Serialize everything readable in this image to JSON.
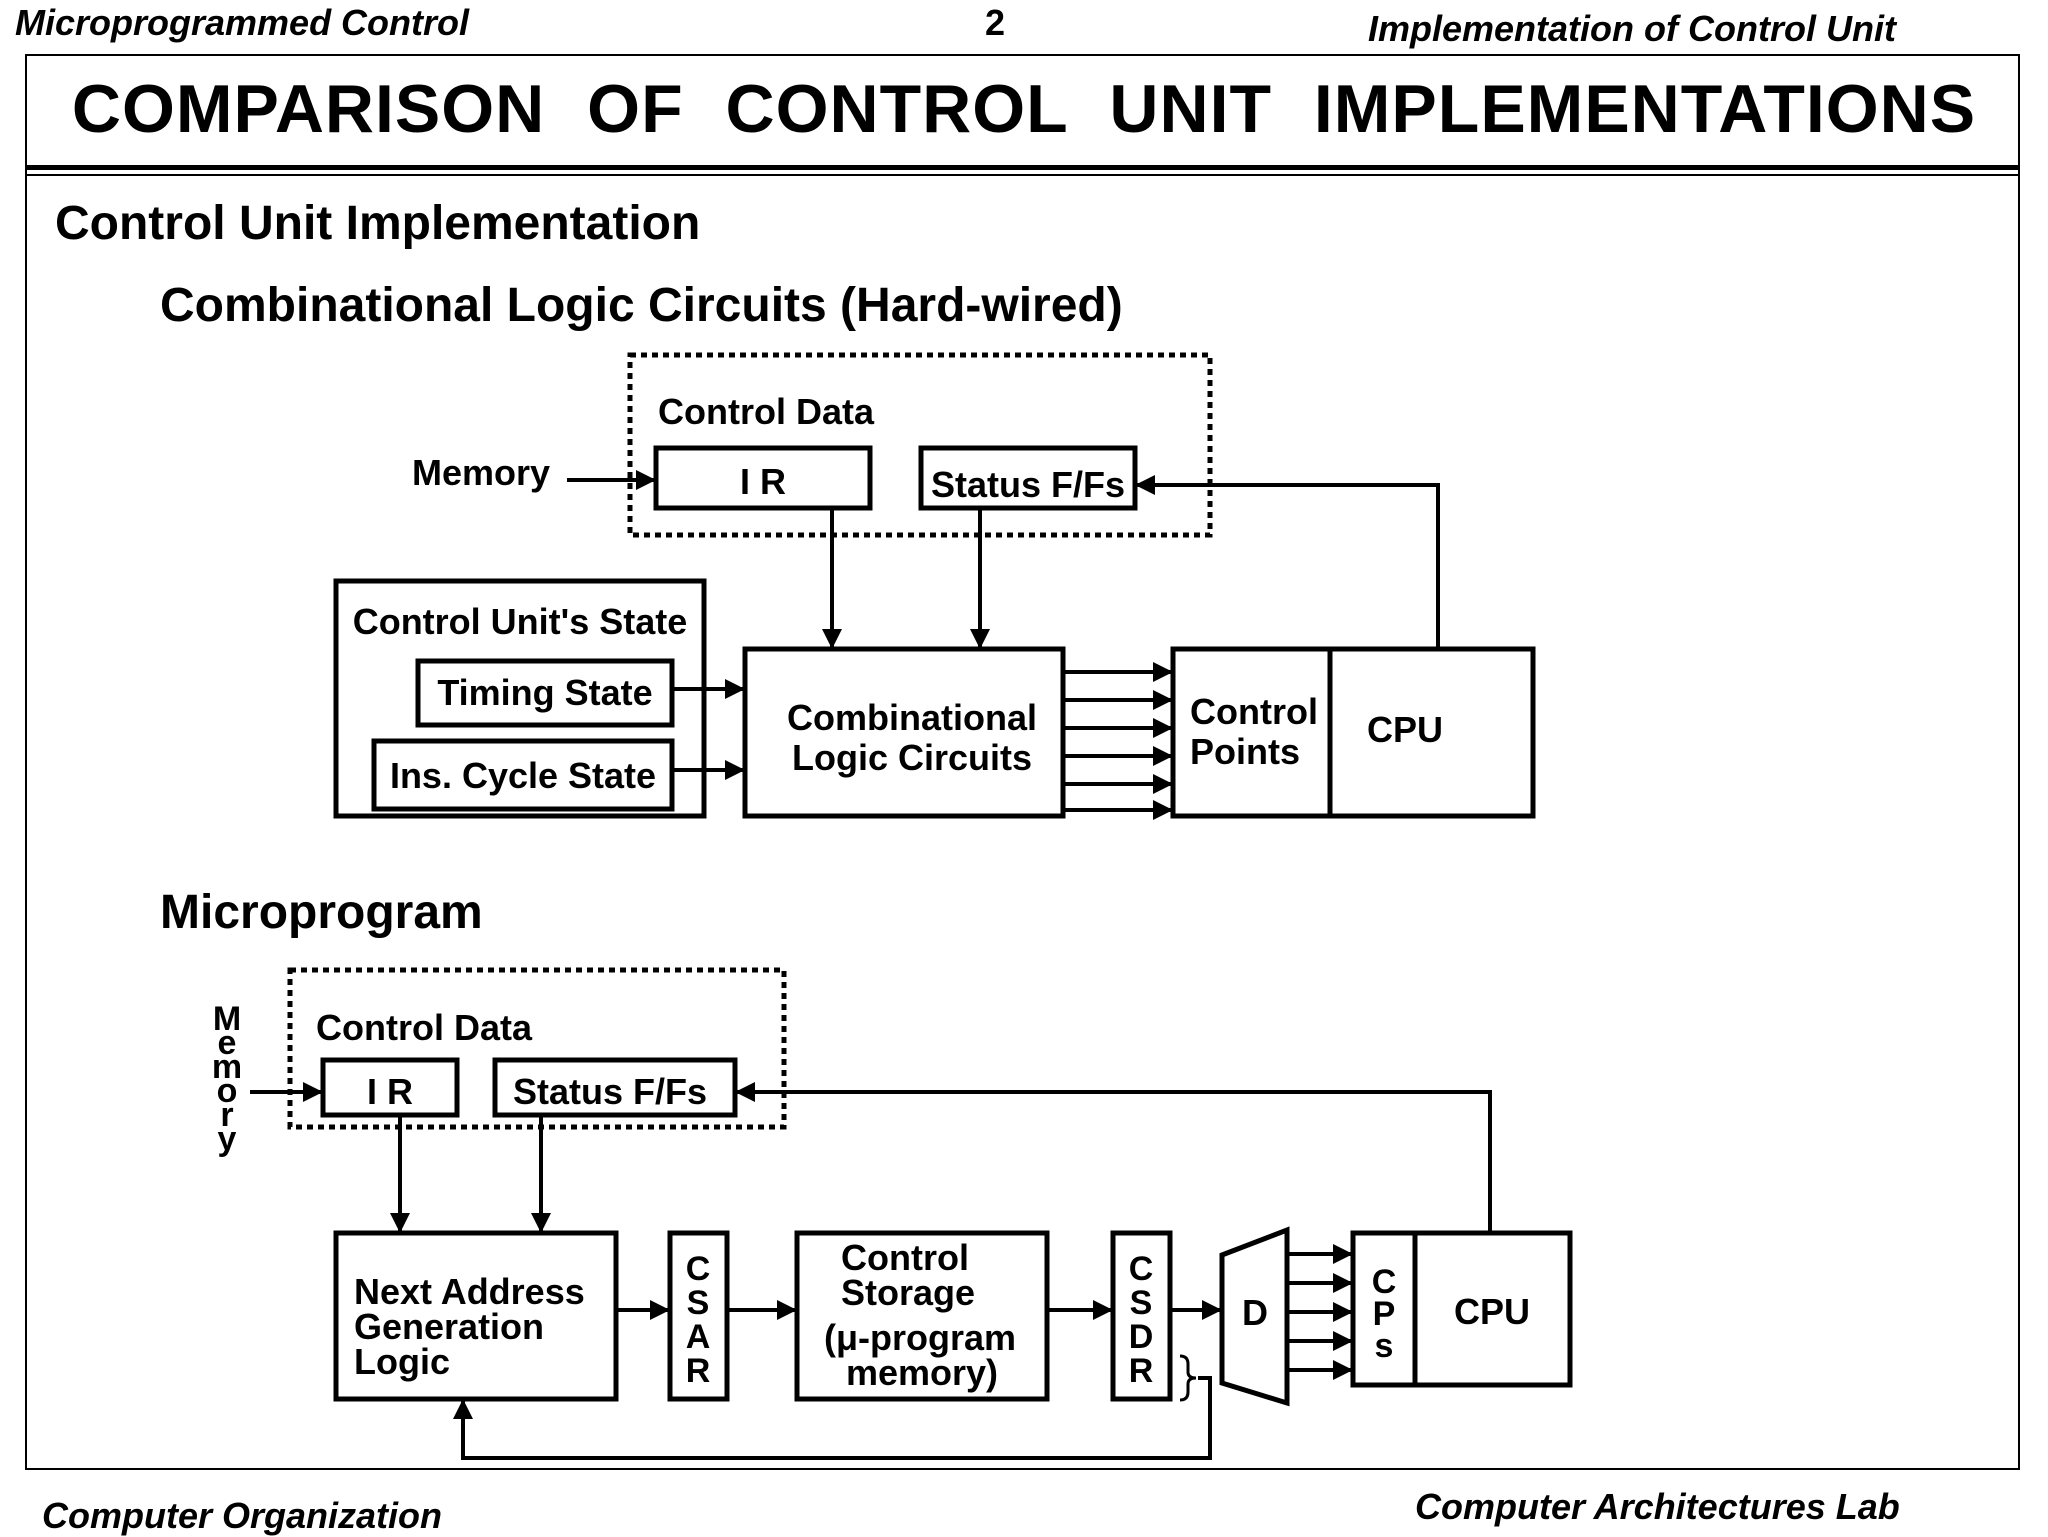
{
  "header": {
    "left": "Microprogrammed Control",
    "center": "2",
    "right": "Implementation of Control Unit"
  },
  "title": "COMPARISON  OF  CONTROL  UNIT  IMPLEMENTATIONS",
  "section_heading": "Control Unit Implementation",
  "hardwired": {
    "heading": "Combinational Logic Circuits (Hard-wired)",
    "control_data": "Control Data",
    "memory": "Memory",
    "ir": "I R",
    "status_ffs": "Status F/Fs",
    "cu_state": "Control Unit's State",
    "timing_state": "Timing State",
    "ins_cycle_state": "Ins. Cycle State",
    "comb_line1": "Combinational",
    "comb_line2": "Logic Circuits",
    "control_points_line1": "Control",
    "control_points_line2": "Points",
    "cpu": "CPU"
  },
  "microprogram": {
    "heading": "Microprogram",
    "memory_vertical": [
      "M",
      "e",
      "m",
      "o",
      "r",
      "y"
    ],
    "control_data": "Control Data",
    "ir": "I R",
    "status_ffs": "Status F/Fs",
    "next_addr_line1": "Next Address",
    "next_addr_line2": "Generation",
    "next_addr_line3": "Logic",
    "csar": [
      "C",
      "S",
      "A",
      "R"
    ],
    "storage_line1": "Control",
    "storage_line2": "Storage",
    "storage_line3": "(μ-program",
    "storage_line4": "memory)",
    "csdr": [
      "C",
      "S",
      "D",
      "R"
    ],
    "decoder": "D",
    "cps": [
      "C",
      "P",
      "s"
    ],
    "cpu": "CPU"
  },
  "footer": {
    "left": "Computer Organization",
    "right": "Computer Architectures Lab"
  }
}
